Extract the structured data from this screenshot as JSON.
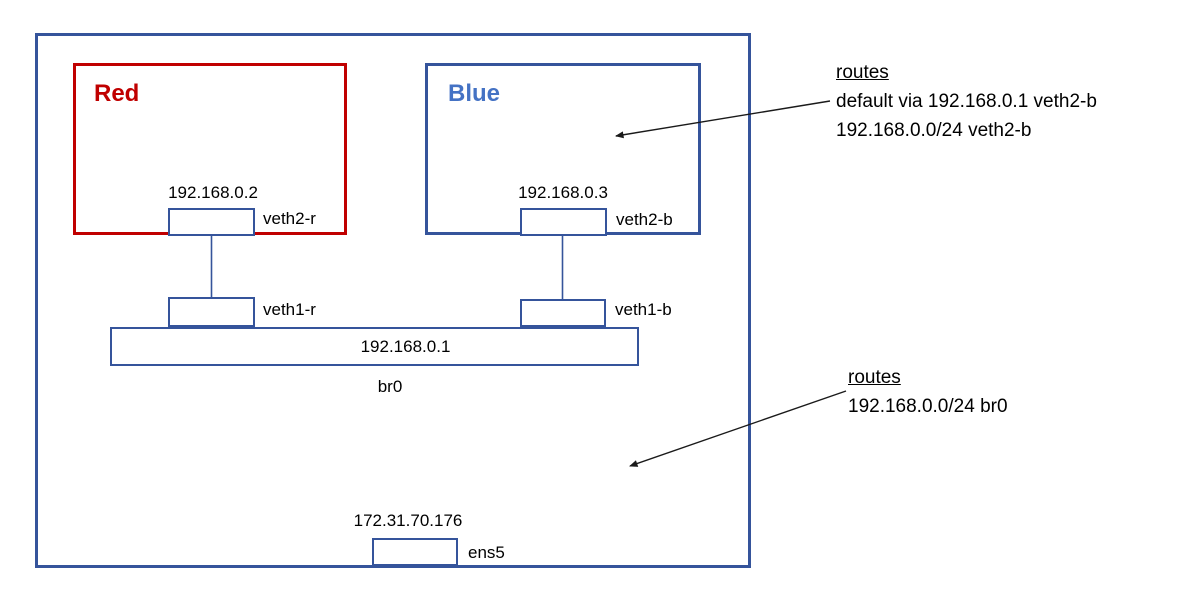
{
  "diagram_title": "linux-network-namespaces-bridge-diagram",
  "namespaces": {
    "red": {
      "label": "Red",
      "ip": "192.168.0.2",
      "inner_interface": "veth2-r",
      "host_interface": "veth1-r"
    },
    "blue": {
      "label": "Blue",
      "ip": "192.168.0.3",
      "inner_interface": "veth2-b",
      "host_interface": "veth1-b",
      "routes": {
        "title": "routes",
        "lines": [
          "default via 192.168.0.1 veth2-b",
          "192.168.0.0/24 veth2-b"
        ]
      }
    }
  },
  "host": {
    "bridge": {
      "name": "br0",
      "ip": "192.168.0.1"
    },
    "external_interface": {
      "name": "ens5",
      "ip": "172.31.70.176"
    },
    "routes": {
      "title": "routes",
      "lines": [
        "192.168.0.0/24 br0"
      ]
    }
  },
  "colors": {
    "blue_border": "#35549B",
    "red_border": "#C00000",
    "blue_label": "#4472C4",
    "red_label": "#C00000",
    "annotation_text": "#000000"
  }
}
